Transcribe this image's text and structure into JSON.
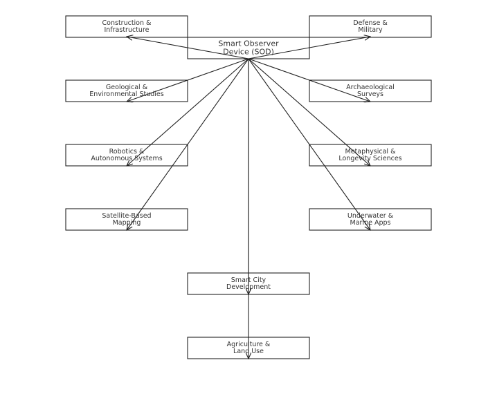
{
  "diagram": {
    "center": {
      "id": "sod",
      "lines": [
        "Smart Observer",
        "Device (SOD)"
      ]
    },
    "nodes": [
      {
        "id": "construction",
        "lines": [
          "Construction &",
          "Infrastructure"
        ]
      },
      {
        "id": "defense",
        "lines": [
          "Defense &",
          "Military"
        ]
      },
      {
        "id": "geological",
        "lines": [
          "Geological &",
          "Environmental Studies"
        ]
      },
      {
        "id": "archaeological",
        "lines": [
          "Archaeological",
          "Surveys"
        ]
      },
      {
        "id": "robotics",
        "lines": [
          "Robotics &",
          "Autonomous Systems"
        ]
      },
      {
        "id": "metaphysical",
        "lines": [
          "Metaphysical &",
          "Longevity Sciences"
        ]
      },
      {
        "id": "satellite",
        "lines": [
          "Satellite-Based",
          "Mapping"
        ]
      },
      {
        "id": "underwater",
        "lines": [
          "Underwater &",
          "Marine Apps"
        ]
      },
      {
        "id": "smartcity",
        "lines": [
          "Smart City",
          "Development"
        ]
      },
      {
        "id": "agriculture",
        "lines": [
          "Agriculture &",
          "Land Use"
        ]
      }
    ],
    "edges": [
      {
        "from": "sod",
        "to": "construction"
      },
      {
        "from": "sod",
        "to": "defense"
      },
      {
        "from": "sod",
        "to": "geological"
      },
      {
        "from": "sod",
        "to": "archaeological"
      },
      {
        "from": "sod",
        "to": "robotics"
      },
      {
        "from": "sod",
        "to": "metaphysical"
      },
      {
        "from": "sod",
        "to": "satellite"
      },
      {
        "from": "sod",
        "to": "underwater"
      },
      {
        "from": "sod",
        "to": "smartcity"
      },
      {
        "from": "sod",
        "to": "agriculture"
      }
    ]
  }
}
